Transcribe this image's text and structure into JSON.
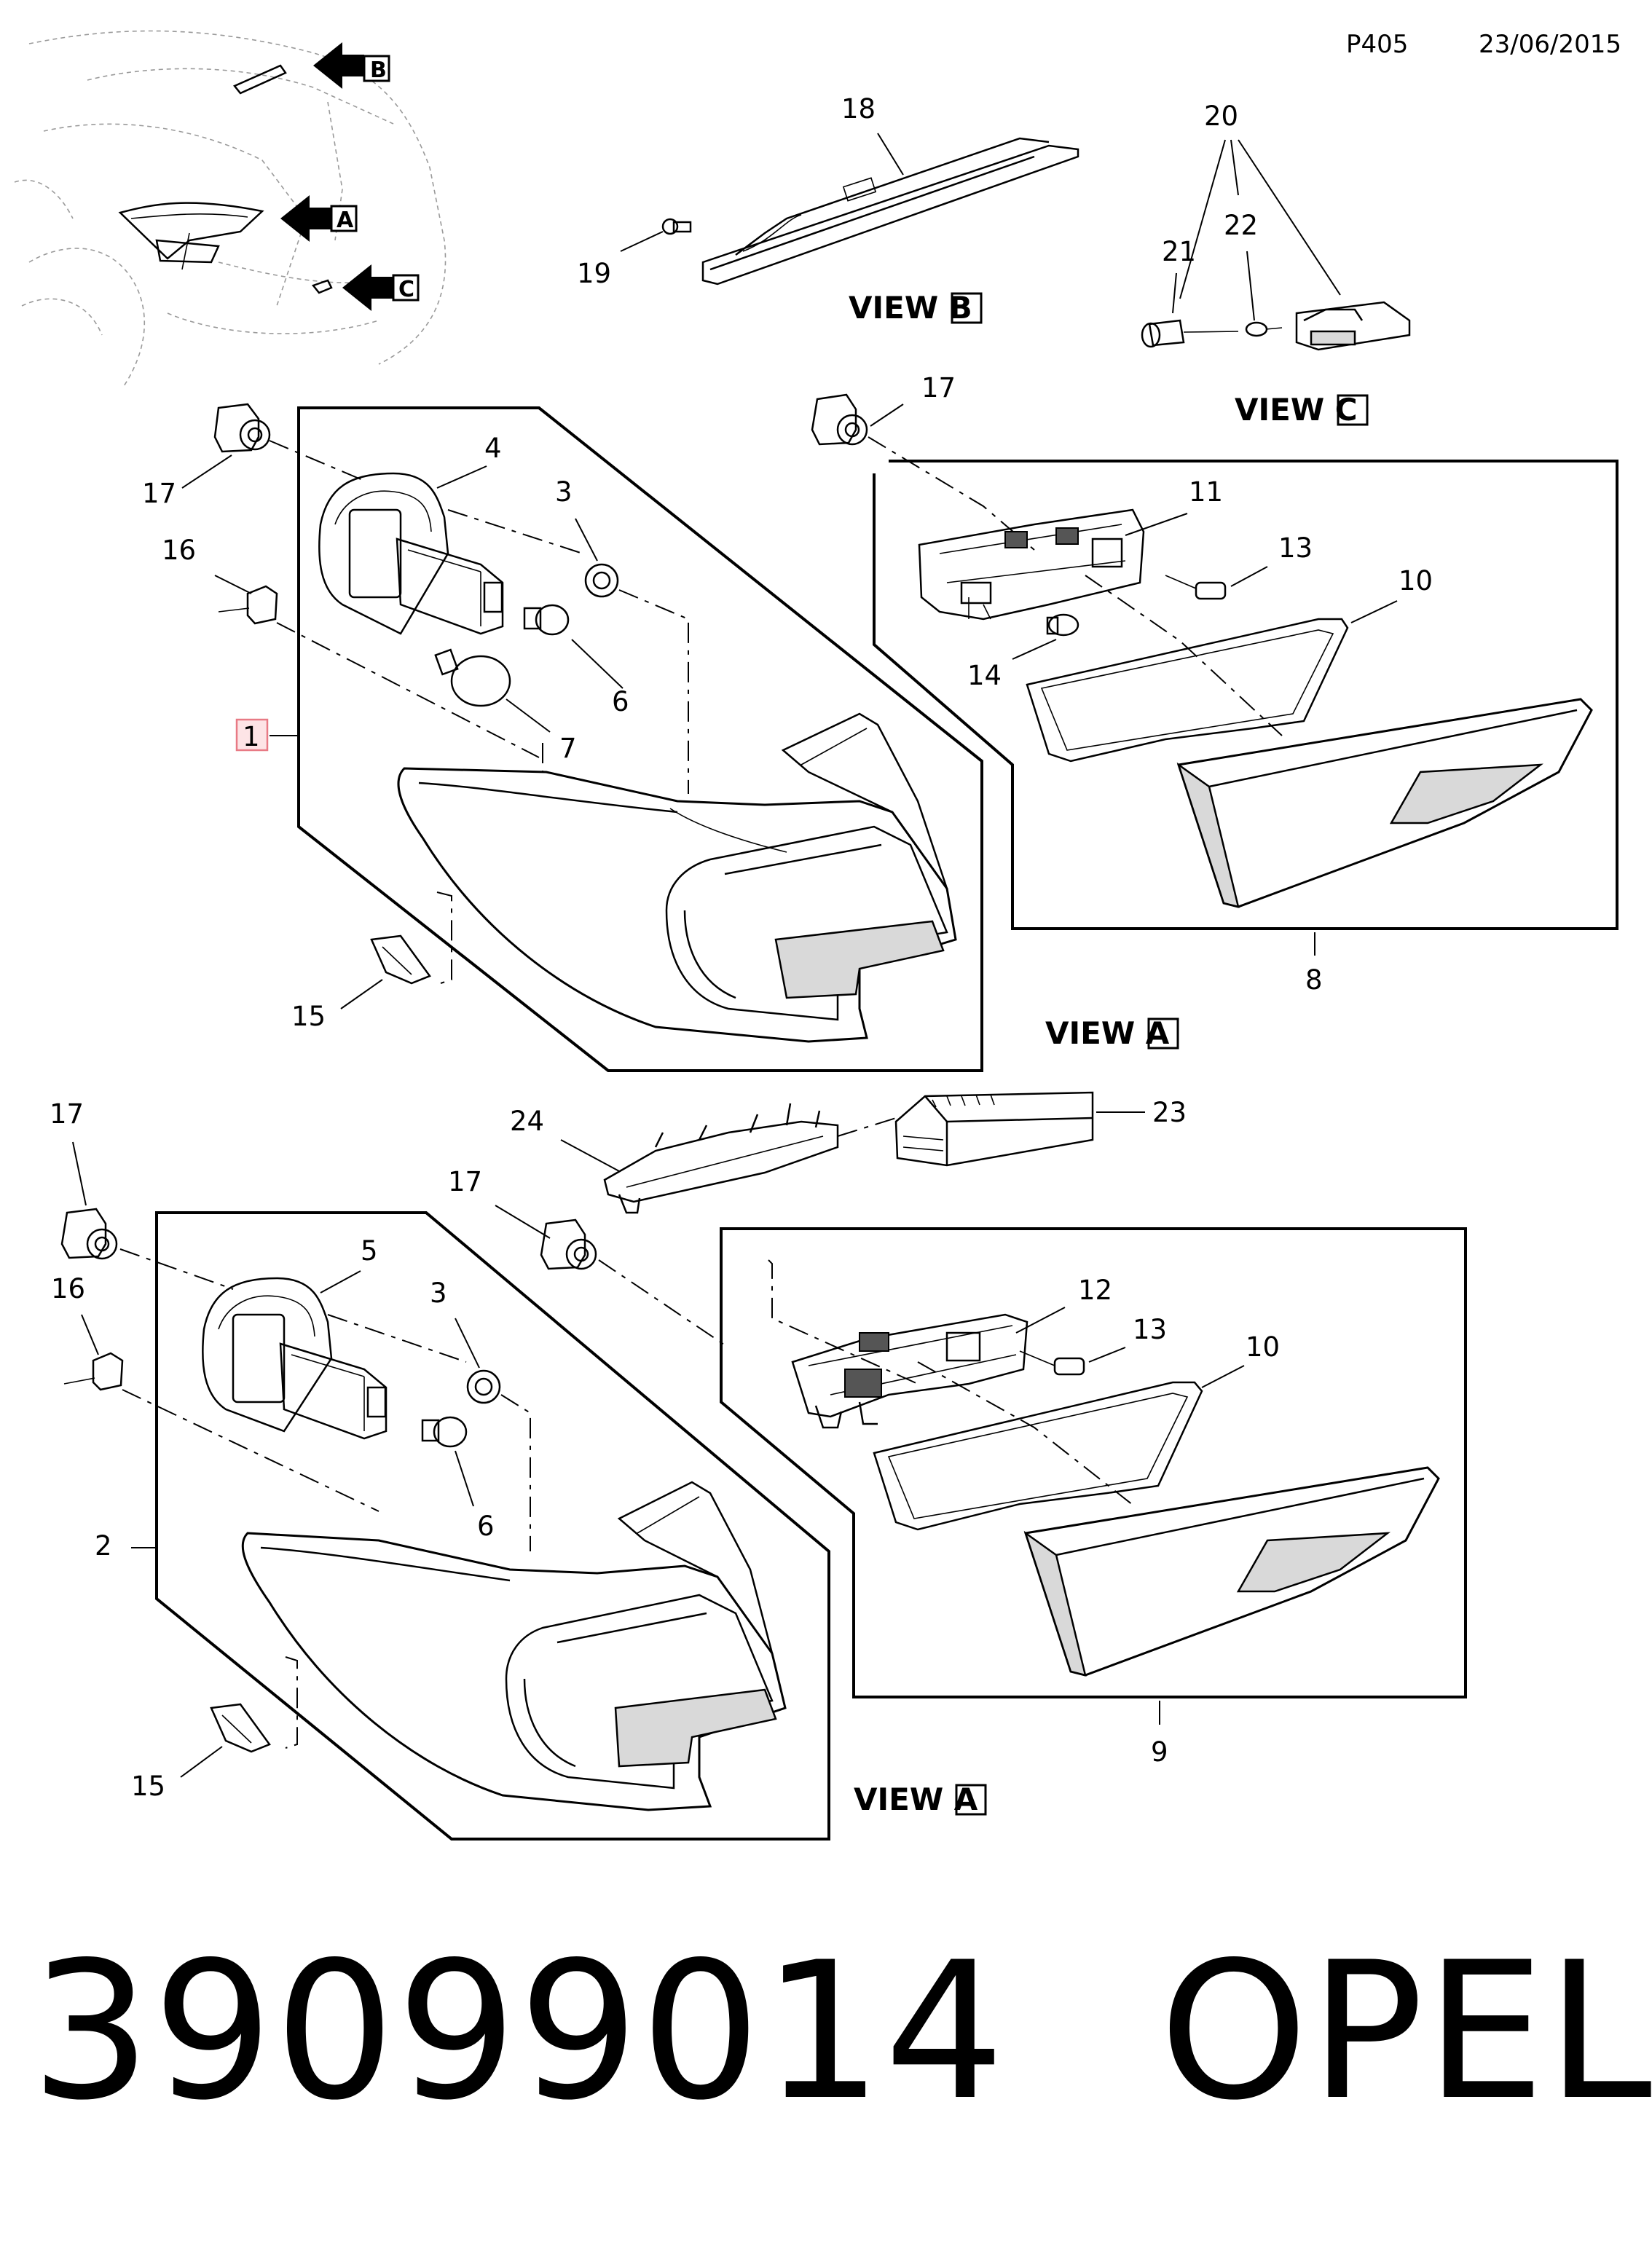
{
  "header": {
    "page_code": "P405",
    "date": "23/06/2015"
  },
  "views": {
    "b": "VIEW B",
    "c": "VIEW C",
    "a1": "VIEW A",
    "a2": "VIEW A"
  },
  "locator": {
    "a": "A",
    "b": "B",
    "c": "C"
  },
  "callouts": {
    "c1": "1",
    "c2": "2",
    "c3a": "3",
    "c3b": "3",
    "c4": "4",
    "c5": "5",
    "c6a": "6",
    "c6b": "6",
    "c7": "7",
    "c8": "8",
    "c9": "9",
    "c10a": "10",
    "c10b": "10",
    "c11": "11",
    "c12": "12",
    "c13a": "13",
    "c13b": "13",
    "c14": "14",
    "c15a": "15",
    "c15b": "15",
    "c16a": "16",
    "c16b": "16",
    "c17a": "17",
    "c17b": "17",
    "c17c": "17",
    "c17d": "17",
    "c18": "18",
    "c19": "19",
    "c20": "20",
    "c21": "21",
    "c22": "22",
    "c23": "23",
    "c24": "24"
  },
  "part_number": "39099014",
  "brand": "OPEL",
  "colors": {
    "highlight_box": "#e87a85",
    "highlight_fill": "#fde4e6"
  }
}
